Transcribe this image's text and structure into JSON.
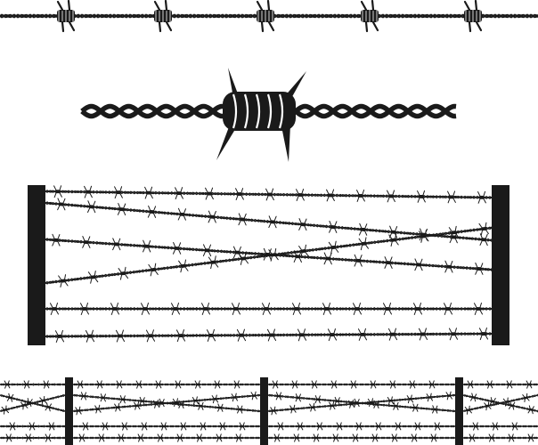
{
  "image": {
    "background": "#ffffff",
    "ink": "#1a1a1a"
  },
  "items": [
    {
      "name": "barbed-wire-strand",
      "barb_count": 5
    },
    {
      "name": "barbed-wire-closeup",
      "barb_count": 1
    },
    {
      "name": "barbed-wire-fence-panel",
      "post_count": 2,
      "straight_wires": 3,
      "crossing_wires": 4
    },
    {
      "name": "barbed-wire-fence-row",
      "post_count": 3,
      "wire_rows": 6
    }
  ]
}
